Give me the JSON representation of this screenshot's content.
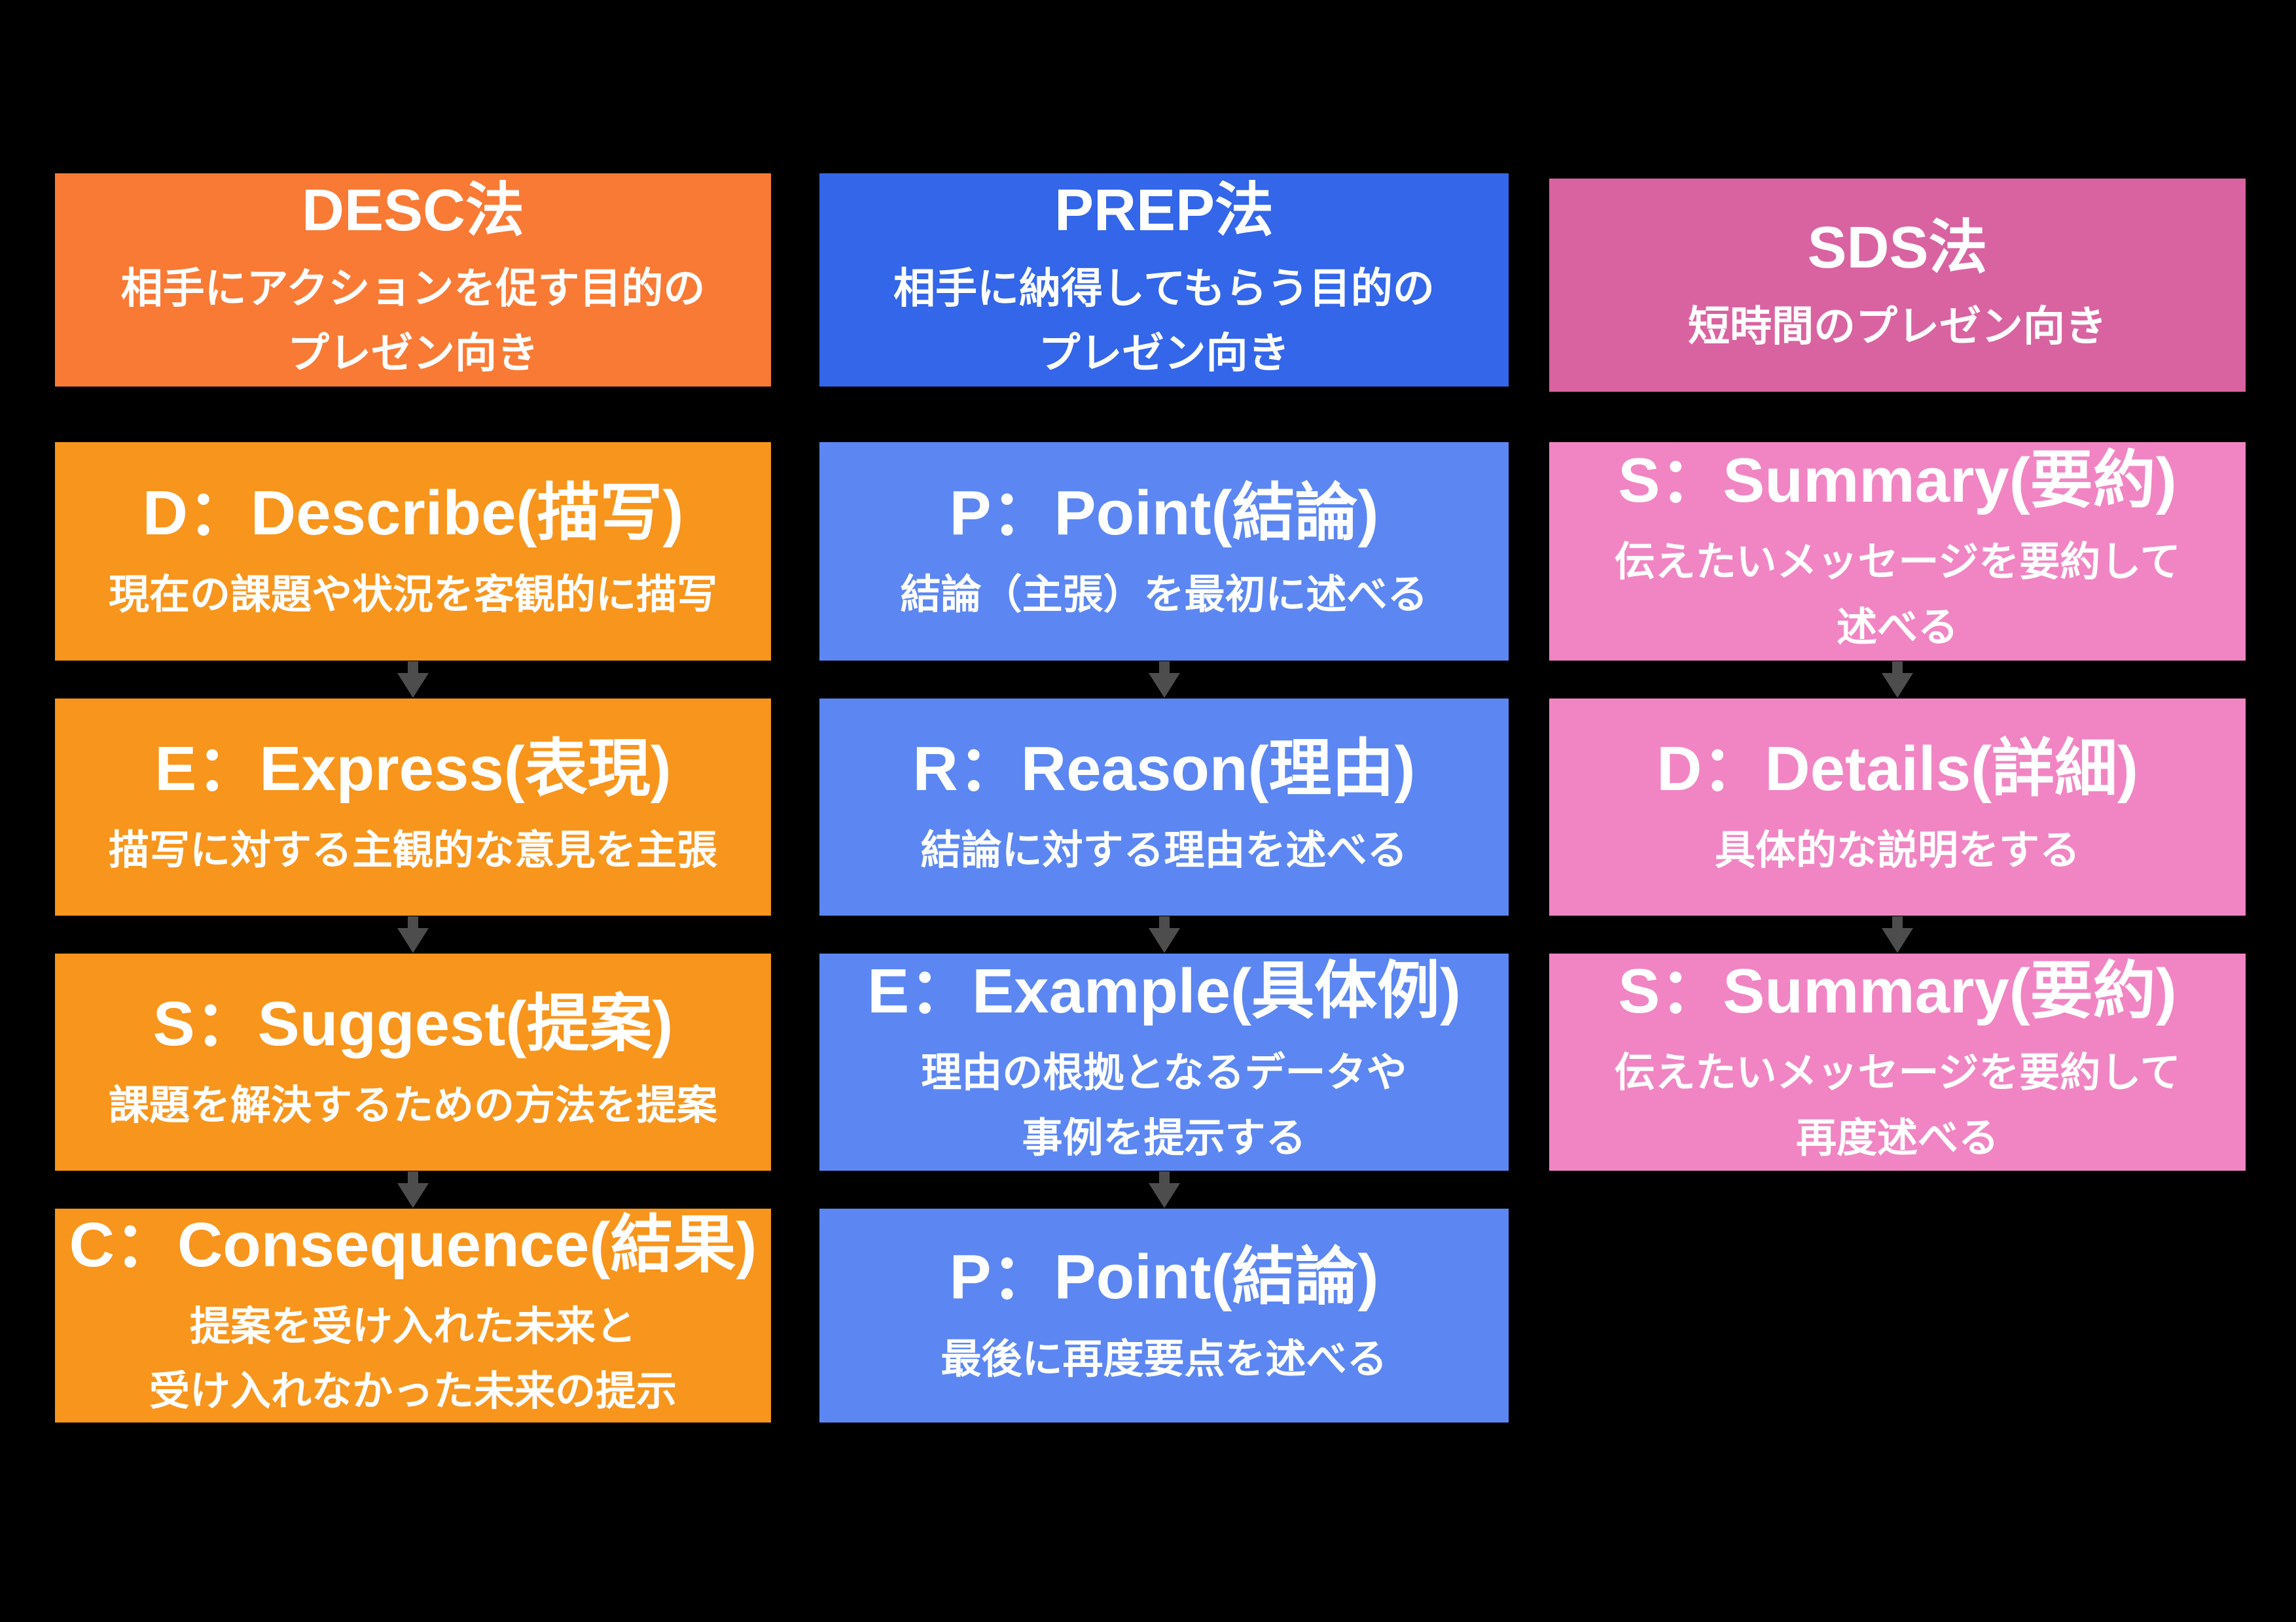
{
  "palette": {
    "background": "#000000",
    "text": "#FFFFFF",
    "arrow": "#4D4D4D",
    "desc_header": "#F97A35",
    "desc_body": "#F8951C",
    "prep_header": "#3366E8",
    "prep_body": "#5C87F2",
    "sds_header": "#D963A1",
    "sds_body": "#F185C3"
  },
  "columns": [
    {
      "id": "desc",
      "header": {
        "title": "DESC法",
        "subtitle_lines": [
          "相手にアクションを促す目的の",
          "プレゼン向き"
        ]
      },
      "steps": [
        {
          "title": "D：Describe(描写)",
          "lines": [
            "現在の課題や状況を客観的に描写"
          ]
        },
        {
          "title": "E：Express(表現)",
          "lines": [
            "描写に対する主観的な意見を主張"
          ]
        },
        {
          "title": "S：Suggest(提案)",
          "lines": [
            "課題を解決するための方法を提案"
          ]
        },
        {
          "title": "C：Consequence(結果)",
          "lines": [
            "提案を受け入れた未来と",
            "受け入れなかった未来の提示"
          ]
        }
      ]
    },
    {
      "id": "prep",
      "header": {
        "title": "PREP法",
        "subtitle_lines": [
          "相手に納得してもらう目的の",
          "プレゼン向き"
        ]
      },
      "steps": [
        {
          "title": "P：Point(結論)",
          "lines": [
            "結論（主張）を最初に述べる"
          ]
        },
        {
          "title": "R：Reason(理由)",
          "lines": [
            "結論に対する理由を述べる"
          ]
        },
        {
          "title": "E：Example(具体例)",
          "lines": [
            "理由の根拠となるデータや",
            "事例を提示する"
          ]
        },
        {
          "title": "P：Point(結論)",
          "lines": [
            "最後に再度要点を述べる"
          ]
        }
      ]
    },
    {
      "id": "sds",
      "header": {
        "title": "SDS法",
        "subtitle_lines": [
          "短時間のプレゼン向き"
        ]
      },
      "steps": [
        {
          "title": "S：Summary(要約)",
          "lines": [
            "伝えたいメッセージを要約して",
            "述べる"
          ]
        },
        {
          "title": "D：Details(詳細)",
          "lines": [
            "具体的な説明をする"
          ]
        },
        {
          "title": "S：Summary(要約)",
          "lines": [
            "伝えたいメッセージを要約して",
            "再度述べる"
          ]
        }
      ]
    }
  ]
}
